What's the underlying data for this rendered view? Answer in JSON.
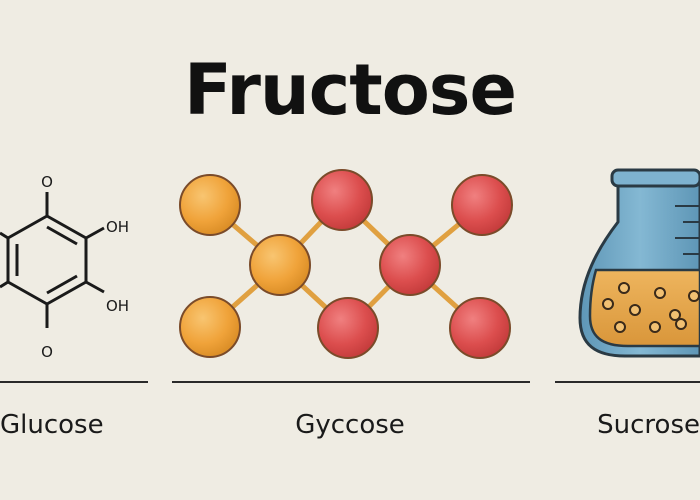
{
  "title": "Fructose",
  "captions": {
    "left": "Glucose",
    "middle": "Gyccose",
    "right": "Sucrose"
  },
  "ring_labels": {
    "top": "O",
    "upper_right": "OH",
    "lower_right": "OH",
    "bottom": "O"
  },
  "colors": {
    "background": "#efece3",
    "orange_atom": "#f0a33a",
    "red_atom": "#dc4e4e",
    "bond": "#e0a040",
    "flask_glass": "#6fa6c4",
    "flask_liquid": "#e7a84a"
  }
}
